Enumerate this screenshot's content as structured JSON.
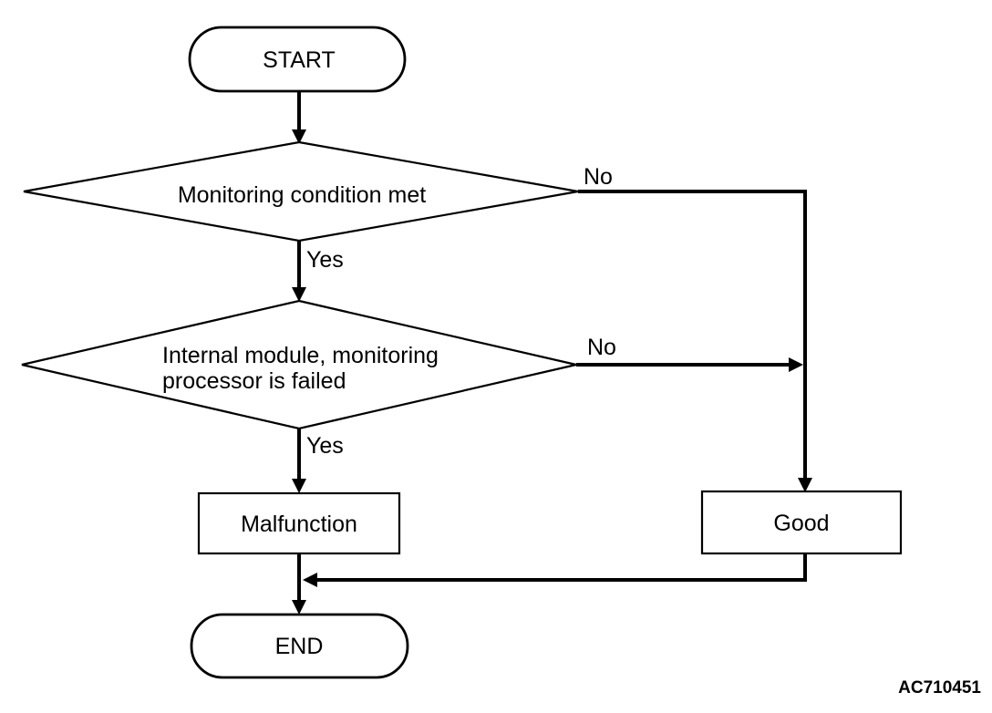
{
  "diagram": {
    "type": "flowchart",
    "figure_code": "AC710451",
    "colors": {
      "background": "#ffffff",
      "stroke": "#000000",
      "text": "#000000"
    },
    "nodes": [
      {
        "id": "start",
        "shape": "terminator",
        "label": "START"
      },
      {
        "id": "decision-monitoring-condition",
        "shape": "decision",
        "label": "Monitoring condition met",
        "label_lines": [
          "Monitoring condition met"
        ]
      },
      {
        "id": "decision-internal-module",
        "shape": "decision",
        "label": "Internal module, monitoring processor is failed",
        "label_lines": [
          "Internal module, monitoring",
          "processor is failed"
        ]
      },
      {
        "id": "malfunction",
        "shape": "process",
        "label": "Malfunction"
      },
      {
        "id": "good",
        "shape": "process",
        "label": "Good"
      },
      {
        "id": "end",
        "shape": "terminator",
        "label": "END"
      }
    ],
    "edges": [
      {
        "from": "start",
        "to": "decision-monitoring-condition",
        "label": ""
      },
      {
        "from": "decision-monitoring-condition",
        "to": "good",
        "label": "No"
      },
      {
        "from": "decision-monitoring-condition",
        "to": "decision-internal-module",
        "label": "Yes"
      },
      {
        "from": "decision-internal-module",
        "to": "good",
        "label": "No"
      },
      {
        "from": "decision-internal-module",
        "to": "malfunction",
        "label": "Yes"
      },
      {
        "from": "malfunction",
        "to": "end",
        "label": ""
      },
      {
        "from": "good",
        "to": "end",
        "label": ""
      }
    ]
  }
}
